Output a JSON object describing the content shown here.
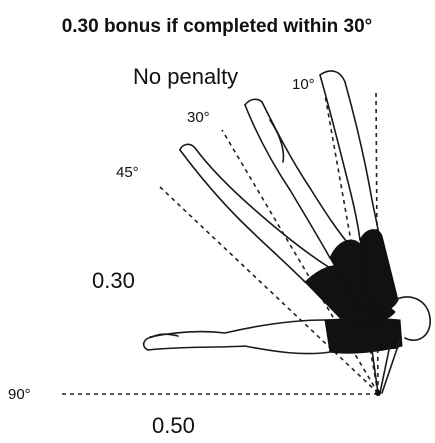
{
  "title": "0.30 bonus if completed within 30°",
  "zones": {
    "no_penalty": "No penalty",
    "mid_deduction": "0.30",
    "low_deduction": "0.50"
  },
  "angles": {
    "a10": "10°",
    "a30": "30°",
    "a45": "45°",
    "a90": "90°"
  }
}
